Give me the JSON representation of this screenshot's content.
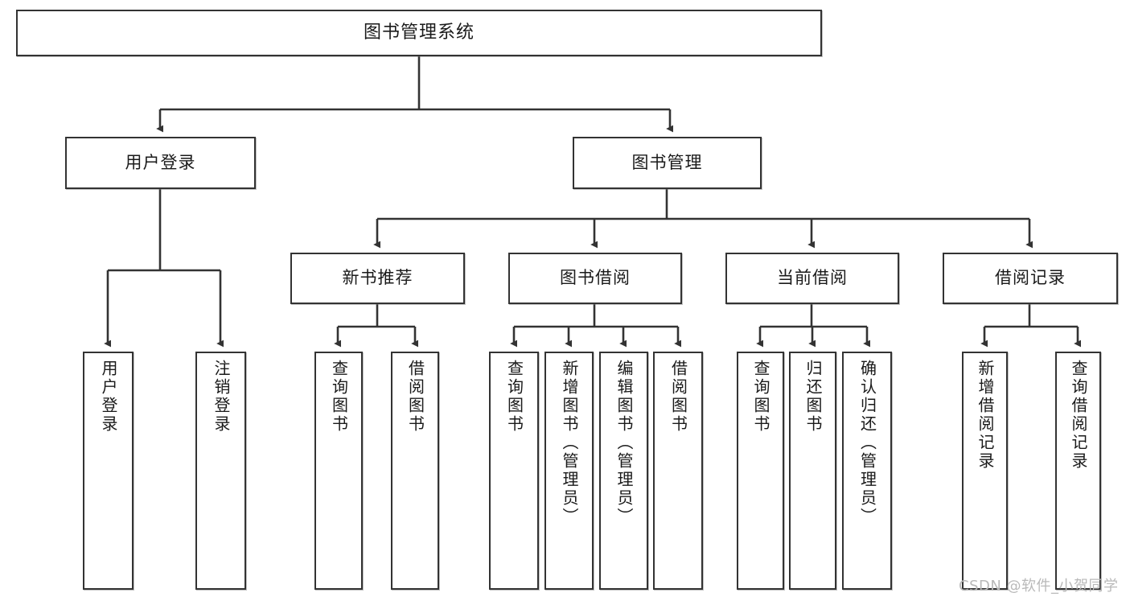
{
  "diagram": {
    "title": "图书管理系统",
    "type": "functional-decomposition-tree",
    "watermark": "CSDN @软件_小贺同学",
    "colors": {
      "background": "#ffffff",
      "box_border": "#333333",
      "box_fill": "#ffffff",
      "edge": "#333333",
      "text": "#1a1a1a",
      "watermark": "#b9b9b9"
    }
  },
  "nodes": {
    "root": {
      "label": "图书管理系统"
    },
    "level1": [
      {
        "label": "用户登录"
      },
      {
        "label": "图书管理"
      }
    ],
    "level2": [
      {
        "label": "新书推荐"
      },
      {
        "label": "图书借阅"
      },
      {
        "label": "当前借阅"
      },
      {
        "label": "借阅记录"
      }
    ],
    "leaves": {
      "user_login": [
        {
          "label": "用户登录"
        },
        {
          "label": "注销登录"
        }
      ],
      "new_book_recommend": [
        {
          "label": "查询图书"
        },
        {
          "label": "借阅图书"
        }
      ],
      "book_borrow": [
        {
          "label": "查询图书"
        },
        {
          "label": "新增图书（管理员）"
        },
        {
          "label": "编辑图书（管理员）"
        },
        {
          "label": "借阅图书"
        }
      ],
      "current_borrow": [
        {
          "label": "查询图书"
        },
        {
          "label": "归还图书"
        },
        {
          "label": "确认归还（管理员）"
        }
      ],
      "borrow_record": [
        {
          "label": "新增借阅记录"
        },
        {
          "label": "查询借阅记录"
        }
      ]
    }
  }
}
